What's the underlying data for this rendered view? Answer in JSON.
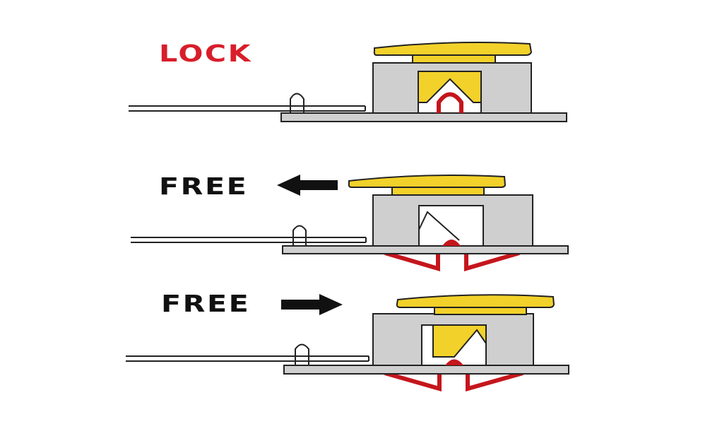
{
  "diagram": {
    "type": "mechanism-states",
    "subject": "push-button latch with spring clip and lever wire",
    "colors": {
      "lock_label": "#d81e2a",
      "free_label": "#111111",
      "button_yellow": "#f2d12a",
      "housing_gray": "#cfcfcf",
      "spring_red": "#c4161c",
      "outline": "#222222",
      "background": "#ffffff"
    },
    "panels": [
      {
        "id": "lock",
        "label": "LOCK",
        "arrow": "none",
        "state": "button raised, yellow cam engaged over red spring loop"
      },
      {
        "id": "free-left",
        "label": "FREE",
        "arrow": "left",
        "state": "button shifted left, cam window open, spring clips protrude below base"
      },
      {
        "id": "free-right",
        "label": "FREE",
        "arrow": "right",
        "state": "button shifted right, cam partially shown, spring clips protrude below base"
      }
    ]
  }
}
